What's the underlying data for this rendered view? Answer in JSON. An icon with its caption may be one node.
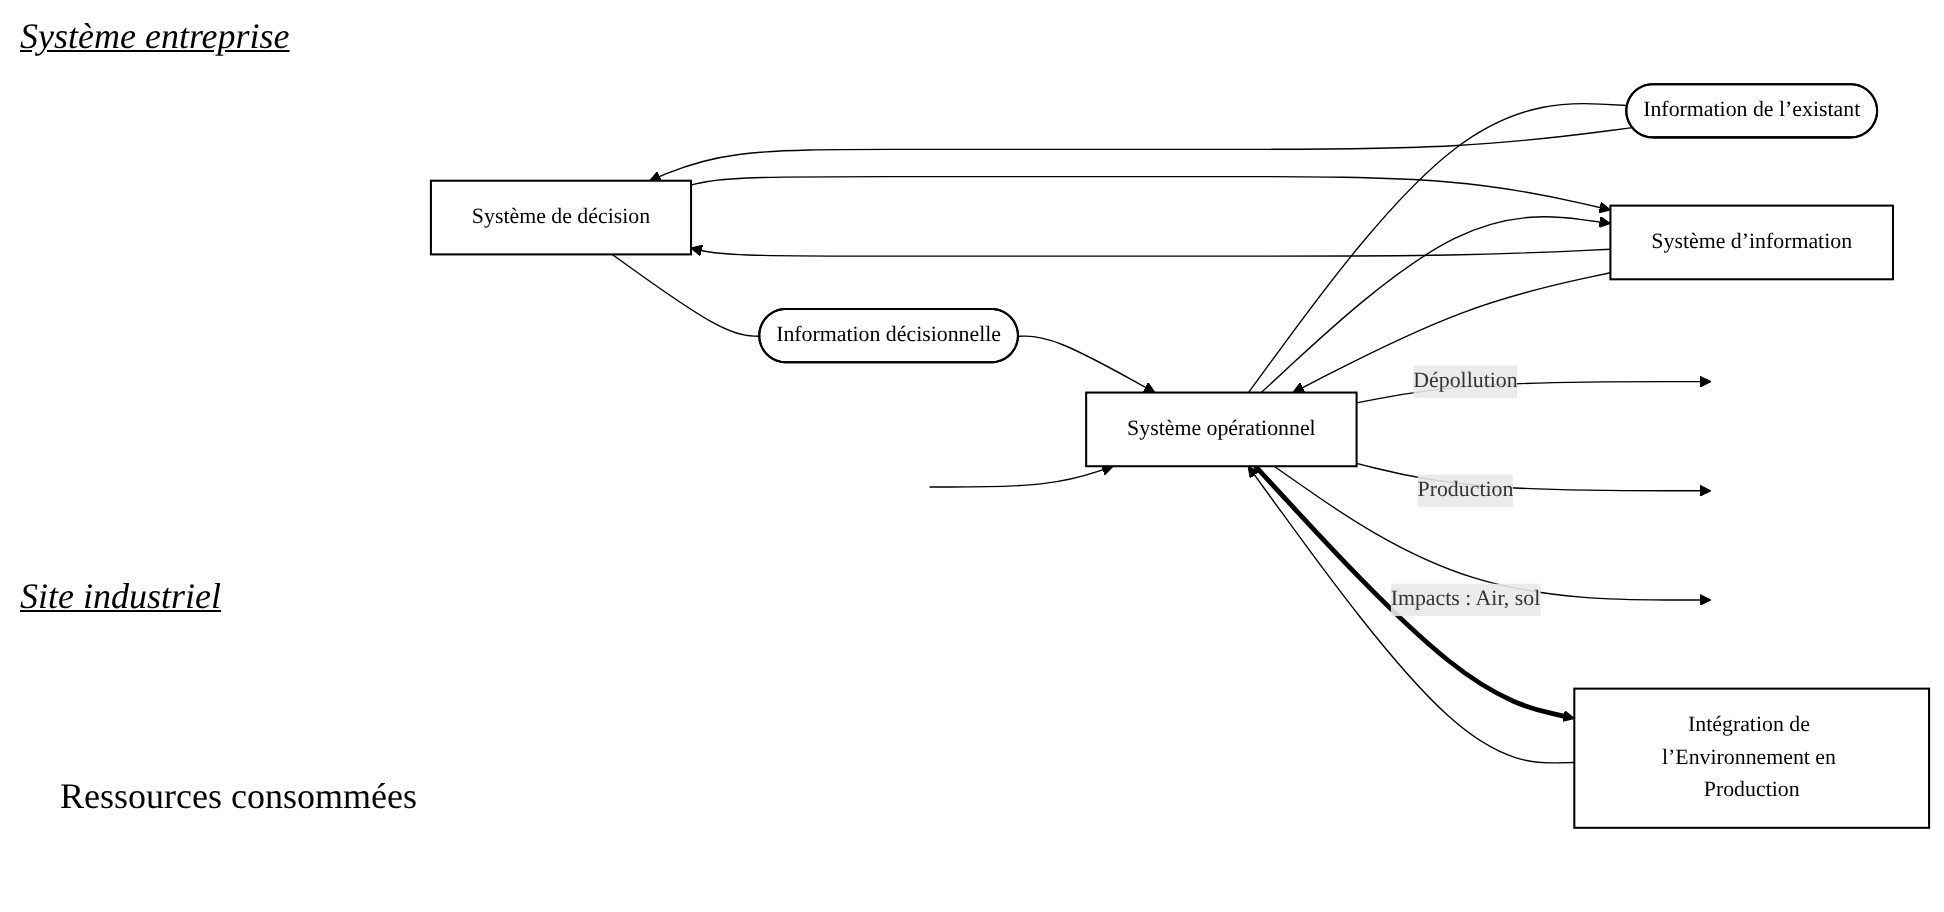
{
  "diagram": {
    "nodes": [
      {
        "text": [
          "Système de décision"
        ]
      },
      {
        "text": [
          "Information de l’existant"
        ]
      },
      {
        "text": [
          "Système d’information"
        ]
      },
      {
        "text": [
          "Information décisionnelle"
        ]
      },
      {
        "text": [
          "Système opérationnel"
        ]
      },
      {
        "text": [
          "Intégration de l’Environnement en Production"
        ]
      }
    ],
    "edges": [
      {
        "from": 4,
        "to": 1,
        "arrow": "none"
      },
      {
        "from": 1,
        "to": 0,
        "arrow": "to"
      },
      {
        "from": 0,
        "to": 3,
        "arrow": "none"
      },
      {
        "from": 3,
        "to": 4,
        "arrow": "to"
      },
      {
        "from": 0,
        "to": 2,
        "arrow": "to"
      },
      {
        "from": 2,
        "to": 0,
        "arrow": "to"
      },
      {
        "from": 2,
        "to": 4,
        "arrow": "to"
      },
      {
        "from": 4,
        "to": 2,
        "arrow": "to"
      },
      {
        "from": null,
        "to": 4,
        "arrow": "to"
      },
      {
        "from": 5,
        "to": 4,
        "arrow": "to"
      },
      {
        "from": 4,
        "to": null,
        "arrow": "to",
        "label": "Dépollution"
      },
      {
        "from": 4,
        "to": null,
        "arrow": "to",
        "label": "Production"
      },
      {
        "from": 4,
        "to": null,
        "arrow": "to",
        "label": "Impacts : Air, sol"
      },
      {
        "from": 4,
        "to": 5,
        "arrow": "to",
        "style": "thick"
      }
    ],
    "labels": [
      "Système entreprise",
      "Site industriel",
      "Ressources consommées"
    ]
  }
}
